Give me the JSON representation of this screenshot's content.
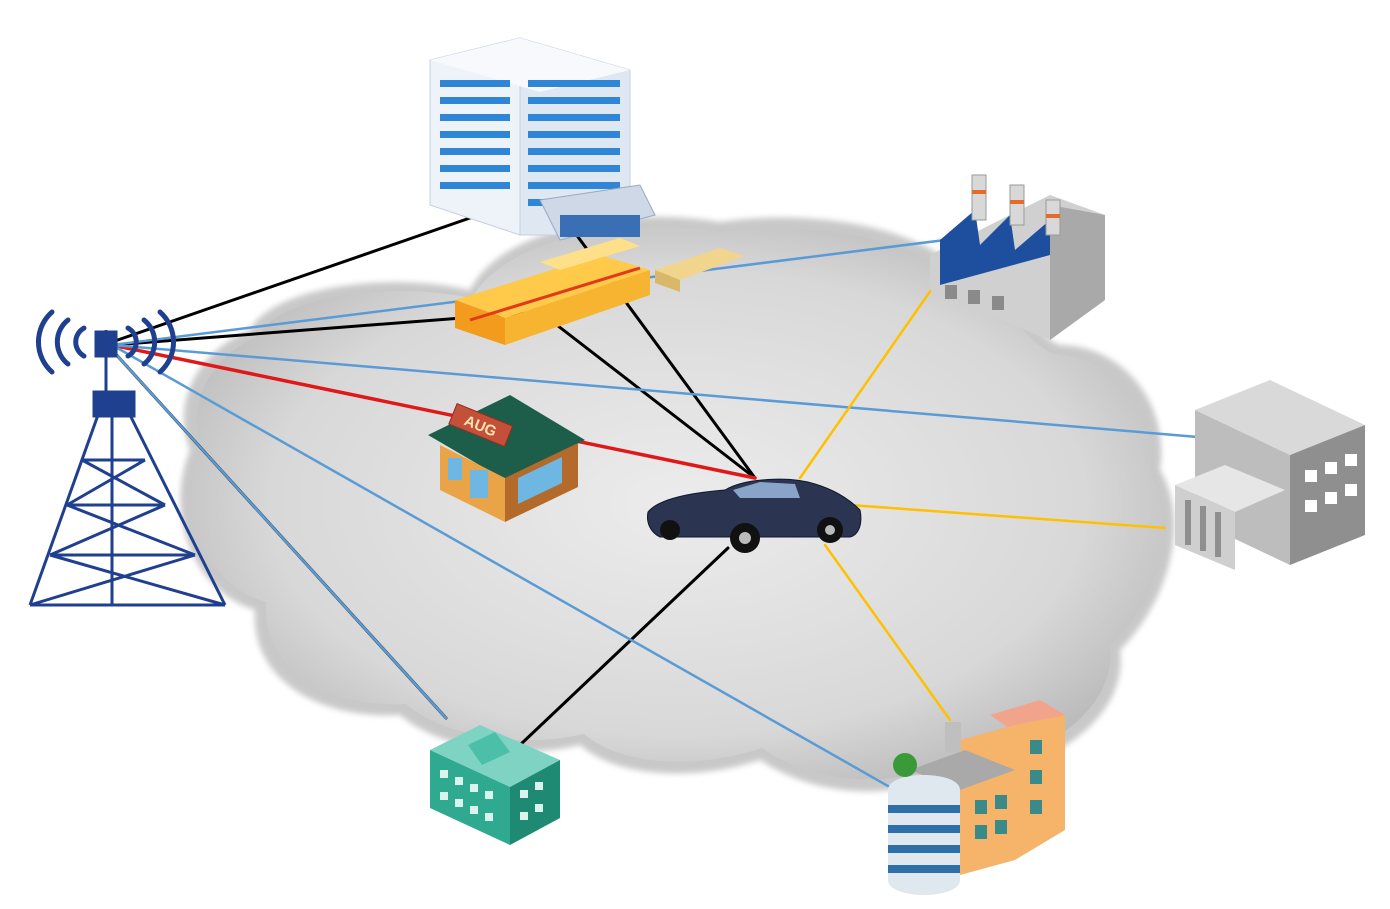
{
  "diagram": {
    "nodes": [
      {
        "id": "tower",
        "icon": "cell-tower-icon"
      },
      {
        "id": "office_tower",
        "icon": "office-tower-icon"
      },
      {
        "id": "warehouse",
        "icon": "warehouse-icon"
      },
      {
        "id": "factory",
        "icon": "factory-icon"
      },
      {
        "id": "office_building",
        "icon": "office-building-icon"
      },
      {
        "id": "shop",
        "icon": "shop-icon",
        "sign": "AUG"
      },
      {
        "id": "car",
        "icon": "car-icon"
      },
      {
        "id": "green_building",
        "icon": "green-building-icon"
      },
      {
        "id": "apartment",
        "icon": "apartment-building-icon"
      }
    ],
    "links": [
      {
        "from": "tower",
        "to": "office_tower",
        "color": "#000000"
      },
      {
        "from": "tower",
        "to": "warehouse",
        "color": "#000000"
      },
      {
        "from": "tower",
        "to": "green_building",
        "color": "#000000"
      },
      {
        "from": "office_tower",
        "to": "car",
        "color": "#000000"
      },
      {
        "from": "warehouse",
        "to": "car",
        "color": "#000000"
      },
      {
        "from": "green_building",
        "to": "car",
        "color": "#000000"
      },
      {
        "from": "tower",
        "to": "car",
        "color": "#e01818"
      },
      {
        "from": "tower",
        "to": "factory",
        "color": "#5b9bd5"
      },
      {
        "from": "tower",
        "to": "office_building",
        "color": "#5b9bd5"
      },
      {
        "from": "tower",
        "to": "apartment",
        "color": "#5b9bd5"
      },
      {
        "from": "tower",
        "to": "green_building",
        "color": "#5b9bd5"
      },
      {
        "from": "car",
        "to": "factory",
        "color": "#ffc000"
      },
      {
        "from": "car",
        "to": "office_building",
        "color": "#ffc000"
      },
      {
        "from": "car",
        "to": "apartment",
        "color": "#ffc000"
      }
    ],
    "colors": {
      "cloud_fill": "#d6d6d6",
      "cloud_edge": "#9a9a9a",
      "tower": "#1f3f8f",
      "black_link": "#000000",
      "red_link": "#e01818",
      "blue_link": "#5b9bd5",
      "yellow_link": "#ffc000"
    }
  }
}
